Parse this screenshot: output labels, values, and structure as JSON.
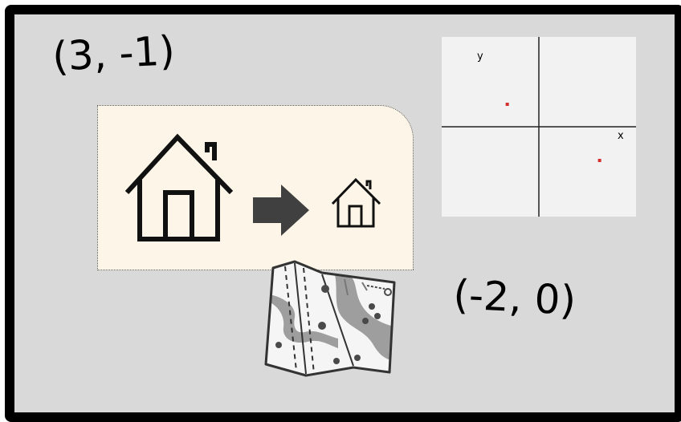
{
  "labels": {
    "coordinate_a": "(3, -1)",
    "coordinate_b": "(-2, 0)"
  },
  "plot": {
    "x_axis_label": "x",
    "y_axis_label": "y",
    "points": [
      {
        "x": -1.3,
        "y": 1.0
      },
      {
        "x": 2.5,
        "y": -1.5
      }
    ],
    "x_range": [
      -4,
      4
    ],
    "y_range": [
      -4,
      4
    ],
    "point_color": "#d32f2f"
  },
  "scale_card": {
    "background": "#fdf6e8",
    "arrow_color": "#404040"
  },
  "icons": {
    "large_house": "house-icon",
    "arrow": "arrow-right-icon",
    "small_house": "house-icon",
    "map": "map-icon"
  }
}
